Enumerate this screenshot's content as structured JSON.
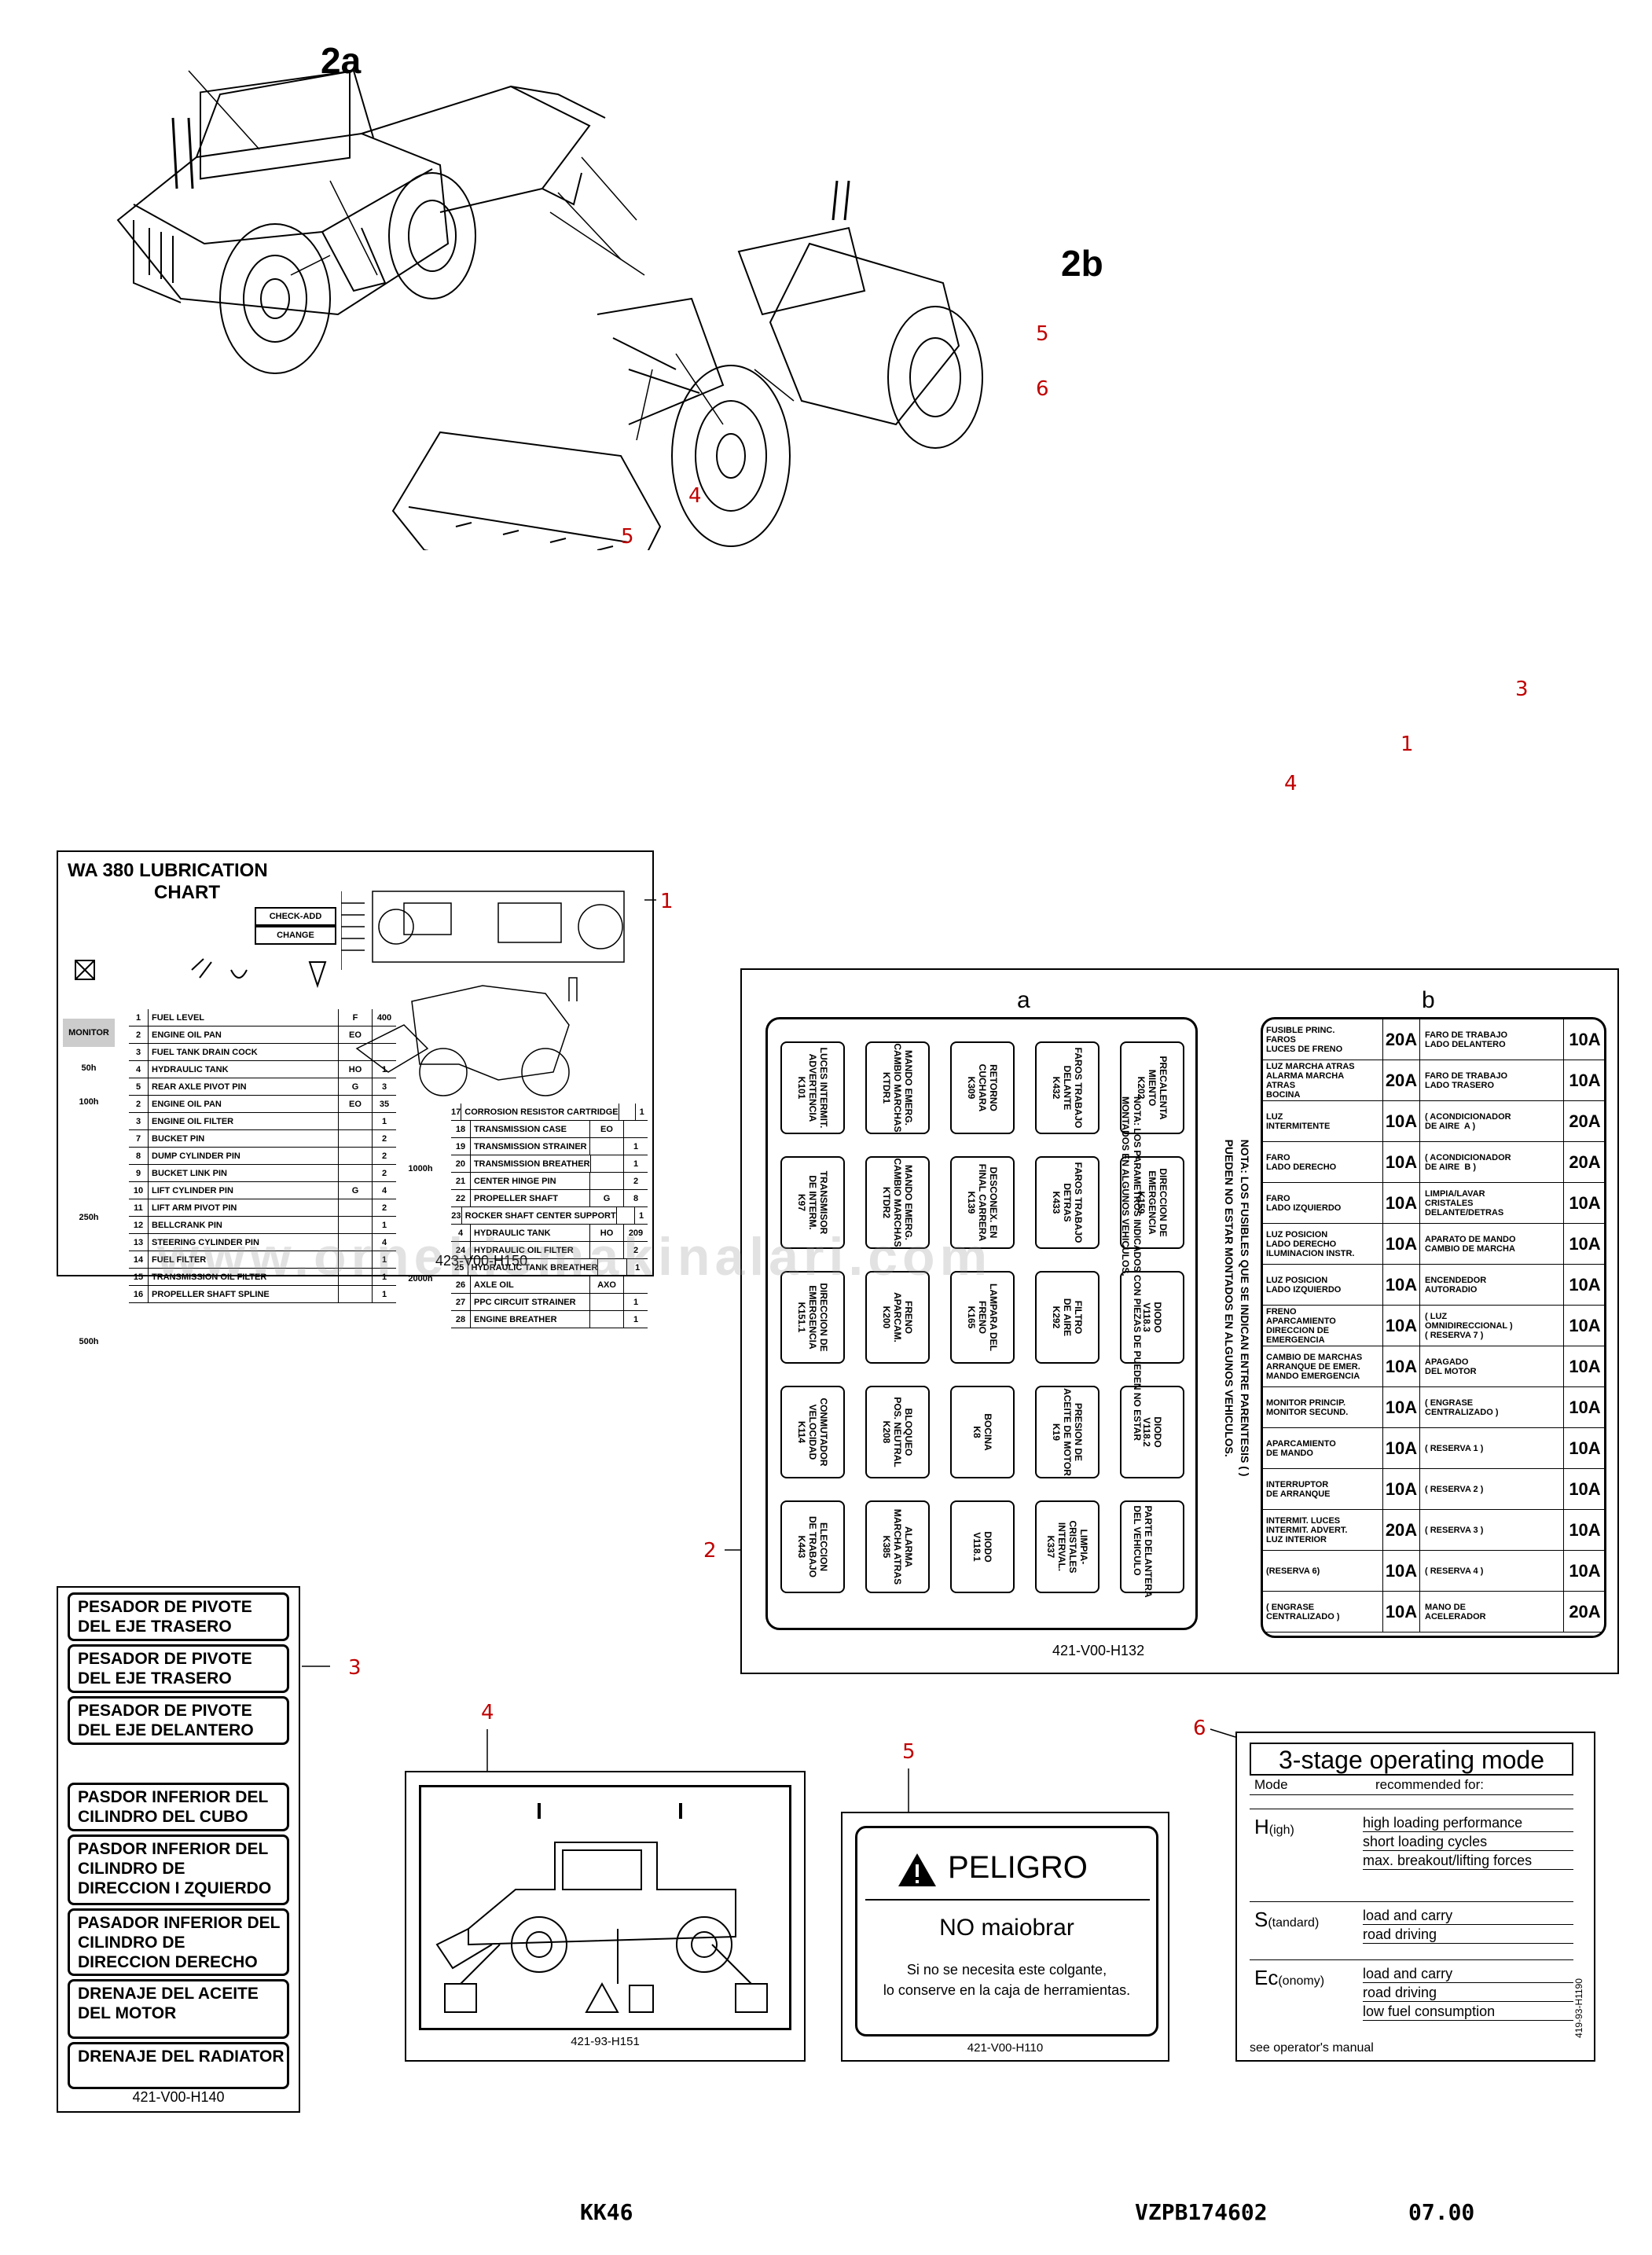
{
  "callouts": {
    "tag_2a": "2a",
    "tag_2b": "2b",
    "n5_left": "5",
    "n4_left": "4",
    "n5_right": "5",
    "n6_right": "6",
    "n3_right": "3",
    "n1_right": "1",
    "n4_right": "4",
    "n1_panel": "1",
    "n2_panel": "2",
    "n3_panel": "3",
    "n4_panel": "4",
    "n5_panel": "5",
    "n6_panel": "6"
  },
  "lubrication_chart": {
    "title_line1": "WA 380  LUBRICATION",
    "title_line2": "CHART",
    "check_add": "CHECK-ADD",
    "change": "CHANGE",
    "intervals": [
      "MONITOR",
      "50h",
      "100h",
      "250h",
      "500h"
    ],
    "intervals_right": [
      "1000h",
      "2000h"
    ],
    "rows_left": [
      {
        "n": "1",
        "text": "FUEL LEVEL",
        "oil": "F",
        "qty": "400"
      },
      {
        "n": "2",
        "text": "ENGINE OIL PAN",
        "oil": "EO",
        "qty": ""
      },
      {
        "n": "3",
        "text": "FUEL TANK DRAIN COCK",
        "oil": "",
        "qty": ""
      },
      {
        "n": "4",
        "text": "HYDRAULIC TANK",
        "oil": "HO",
        "qty": "1"
      },
      {
        "n": "5",
        "text": "REAR AXLE PIVOT PIN",
        "oil": "G",
        "qty": "3"
      },
      {
        "n": "2",
        "text": "ENGINE OIL PAN",
        "oil": "EO",
        "qty": "35"
      },
      {
        "n": "3",
        "text": "ENGINE OIL FILTER",
        "oil": "",
        "qty": "1"
      },
      {
        "n": "7",
        "text": "BUCKET PIN",
        "oil": "",
        "qty": "2"
      },
      {
        "n": "8",
        "text": "DUMP CYLINDER PIN",
        "oil": "",
        "qty": "2"
      },
      {
        "n": "9",
        "text": "BUCKET LINK PIN",
        "oil": "",
        "qty": "2"
      },
      {
        "n": "10",
        "text": "LIFT CYLINDER PIN",
        "oil": "G",
        "qty": "4"
      },
      {
        "n": "11",
        "text": "LIFT ARM PIVOT PIN",
        "oil": "",
        "qty": "2"
      },
      {
        "n": "12",
        "text": "BELLCRANK PIN",
        "oil": "",
        "qty": "1"
      },
      {
        "n": "13",
        "text": "STEERING CYLINDER PIN",
        "oil": "",
        "qty": "4"
      },
      {
        "n": "14",
        "text": "FUEL FILTER",
        "oil": "",
        "qty": "1"
      },
      {
        "n": "15",
        "text": "TRANSMISSION OIL FILTER",
        "oil": "",
        "qty": "1"
      },
      {
        "n": "16",
        "text": "PROPELLER SHAFT SPLINE",
        "oil": "",
        "qty": "1"
      }
    ],
    "rows_right": [
      {
        "n": "17",
        "text": "CORROSION RESISTOR CARTRIDGE",
        "oil": "",
        "qty": "1"
      },
      {
        "n": "18",
        "text": "TRANSMISSION CASE",
        "oil": "EO",
        "qty": ""
      },
      {
        "n": "19",
        "text": "TRANSMISSION STRAINER",
        "oil": "",
        "qty": "1"
      },
      {
        "n": "20",
        "text": "TRANSMISSION BREATHER",
        "oil": "",
        "qty": "1"
      },
      {
        "n": "21",
        "text": "CENTER HINGE PIN",
        "oil": "",
        "qty": "2"
      },
      {
        "n": "22",
        "text": "PROPELLER SHAFT",
        "oil": "G",
        "qty": "8"
      },
      {
        "n": "23",
        "text": "ROCKER SHAFT CENTER SUPPORT",
        "oil": "",
        "qty": "1"
      },
      {
        "n": "4",
        "text": "HYDRAULIC TANK",
        "oil": "HO",
        "qty": "209"
      },
      {
        "n": "24",
        "text": "HYDRAULIC OIL FILTER",
        "oil": "",
        "qty": "2"
      },
      {
        "n": "25",
        "text": "HYDRAULIC TANK BREATHER",
        "oil": "",
        "qty": "1"
      },
      {
        "n": "26",
        "text": "AXLE OIL",
        "oil": "AXO",
        "qty": ""
      },
      {
        "n": "27",
        "text": "PPC CIRCUIT STRAINER",
        "oil": "",
        "qty": "1"
      },
      {
        "n": "28",
        "text": "ENGINE BREATHER",
        "oil": "",
        "qty": "1"
      }
    ],
    "code": "423-V00-H150"
  },
  "fuse_panel": {
    "section_a": "a",
    "section_b": "b",
    "fuses_a": [
      [
        "LUCES INTERMIT.\nADVERTENCIA\nK101",
        "MANDO EMERG.\nCAMBIO MARCHAS\nKTDR1",
        "RETORNO\nCUCHARA\nK309",
        "FAROS TRABAJO\nDELANTE\nK432",
        "PRECALENTA\nMIENTO\nK202"
      ],
      [
        "TRANSMISOR\nDE INTERM.\nK97",
        "MANDO EMERG.\nCAMBIO MARCHAS\nKTDR2",
        "DESCONEX. EN\nFINAL CARRERA\nK139",
        "FAROS TRABAJO\nDETRAS\nK433",
        "DIRECCION DE\nEMERGENCIA\nK159"
      ],
      [
        "DIRECCION DE\nEMERGENCIA\nK151.1",
        "FRENO\nAPARCAM.\nK200",
        "LAMPARA DEL\nFRENO\nK165",
        "FILTRO\nDE AIRE\nK292",
        "DIODO\nV118.3"
      ],
      [
        "CONMUTADOR\nVELOCIDAD\nK114",
        "BLOQUEO\nPOS. NEUTRAL\nK208",
        "BOCINA\nK8",
        "PRESION DE\nACEITE DE MOTOR\nK19",
        "DIODO\nV118.2"
      ],
      [
        "ELECCION\nDE TRABAJO\nK443",
        "ALARMA\nMARCHA ATRAS\nK385",
        "DIODO\nV118.1",
        "LIMPIA-\nCRISTALES\nINTERVAL.\nK337",
        ""
      ]
    ],
    "front_note": "PARTE DELANTERA\nDEL VEHICULO",
    "note_a": "NOTA: LOS PARAMETROS INDICADOS CON PIEZAS DE PUEDEN NO ESTAR\nMONTADOS EN ALGUNOS VEHICULOS.",
    "note_b": "NOTA: LOS FUSIBLES QUE SE INDICAN ENTRE PARENTESIS ( )\nPUEDEN NO ESTAR MONTADOS EN ALGUNOS VEHICULOS.",
    "fuses_b": [
      {
        "l": "FUSIBLE PRINC.\nFAROS\nLUCES DE FRENO",
        "la": "20A",
        "r": "FARO DE TRABAJO\nLADO DELANTERO",
        "ra": "10A"
      },
      {
        "l": "LUZ MARCHA ATRAS\nALARMA MARCHA\nATRAS\nBOCINA",
        "la": "20A",
        "r": "FARO DE TRABAJO\nLADO TRASERO",
        "ra": "10A"
      },
      {
        "l": "LUZ\nINTERMITENTE",
        "la": "10A",
        "r": "( ACONDICIONADOR\nDE AIRE  A )",
        "ra": "20A"
      },
      {
        "l": "FARO\nLADO DERECHO",
        "la": "10A",
        "r": "( ACONDICIONADOR\nDE AIRE  B )",
        "ra": "20A"
      },
      {
        "l": "FARO\nLADO IZQUIERDO",
        "la": "10A",
        "r": "LIMPIA/LAVAR\nCRISTALES\nDELANTE/DETRAS",
        "ra": "10A"
      },
      {
        "l": "LUZ POSICION\nLADO DERECHO\nILUMINACION INSTR.",
        "la": "10A",
        "r": "APARATO DE MANDO\nCAMBIO DE MARCHA",
        "ra": "10A"
      },
      {
        "l": "LUZ POSICION\nLADO IZQUIERDO",
        "la": "10A",
        "r": "ENCENDEDOR\nAUTORADIO",
        "ra": "10A"
      },
      {
        "l": "FRENO\nAPARCAMIENTO\nDIRECCION DE\nEMERGENCIA",
        "la": "10A",
        "r": "( LUZ\nOMNIDIRECCIONAL )\n( RESERVA 7 )",
        "ra": "10A"
      },
      {
        "l": "CAMBIO DE MARCHAS\nARRANQUE DE EMER.\nMANDO EMERGENCIA",
        "la": "10A",
        "r": "APAGADO\nDEL MOTOR",
        "ra": "10A"
      },
      {
        "l": "MONITOR PRINCIP.\nMONITOR SECUND.",
        "la": "10A",
        "r": "( ENGRASE\nCENTRALIZADO )",
        "ra": "10A"
      },
      {
        "l": "APARCAMIENTO\nDE MANDO",
        "la": "10A",
        "r": "( RESERVA 1 )",
        "ra": "10A"
      },
      {
        "l": "INTERRUPTOR\nDE ARRANQUE",
        "la": "10A",
        "r": "( RESERVA 2 )",
        "ra": "10A"
      },
      {
        "l": "INTERMIT. LUCES\nINTERMIT. ADVERT.\nLUZ INTERIOR",
        "la": "20A",
        "r": "( RESERVA 3 )",
        "ra": "10A"
      },
      {
        "l": "(RESERVA 6)",
        "la": "10A",
        "r": "( RESERVA 4 )",
        "ra": "10A"
      },
      {
        "l": "( ENGRASE\nCENTRALIZADO )",
        "la": "10A",
        "r": "MANO DE\nACELERADOR",
        "ra": "20A"
      }
    ],
    "code": "421-V00-H132"
  },
  "label_3": {
    "items": [
      "PESADOR DE PIVOTE\nDEL EJE TRASERO",
      "PESADOR DE PIVOTE\nDEL EJE TRASERO",
      "PESADOR DE PIVOTE\nDEL EJE DELANTERO",
      "PASDOR INFERIOR DEL\nCILINDRO DEL CUBO",
      "PASDOR INFERIOR DEL\nCILINDRO DE\nDIRECCION I ZQUIERDO",
      "PASADOR INFERIOR DEL\nCILINDRO DE\nDIRECCION DERECHO",
      "DRENAJE DEL ACEITE\nDEL MOTOR",
      "DRENAJE DEL RADIATOR"
    ],
    "code": "421-V00-H140"
  },
  "label_4": {
    "code": "421-93-H151"
  },
  "label_5": {
    "title": "PELIGRO",
    "line1": "NO maiobrar",
    "line2": "Si no se necesita este colgante,",
    "line3": "lo conserve en la caja de herramientas.",
    "code": "421-V00-H110"
  },
  "label_6": {
    "title": "3-stage operating mode",
    "col_mode": "Mode",
    "col_rec": "recommended for:",
    "modes": [
      {
        "name": "H",
        "suffix": "(igh)",
        "items": [
          "high loading performance",
          "short loading cycles",
          "max. breakout/lifting forces"
        ]
      },
      {
        "name": "S",
        "suffix": "(tandard)",
        "items": [
          "load and carry",
          "road driving"
        ]
      },
      {
        "name": "Ec",
        "suffix": "(onomy)",
        "items": [
          "load and carry",
          "road driving",
          "low fuel consumption"
        ]
      }
    ],
    "footer": "see operator's manual",
    "side_code": "419-93-H1190"
  },
  "footer": {
    "left": "KK46",
    "center": "VZPB174602",
    "right": "07.00"
  },
  "watermark": "www.ornekismakinalari.com"
}
